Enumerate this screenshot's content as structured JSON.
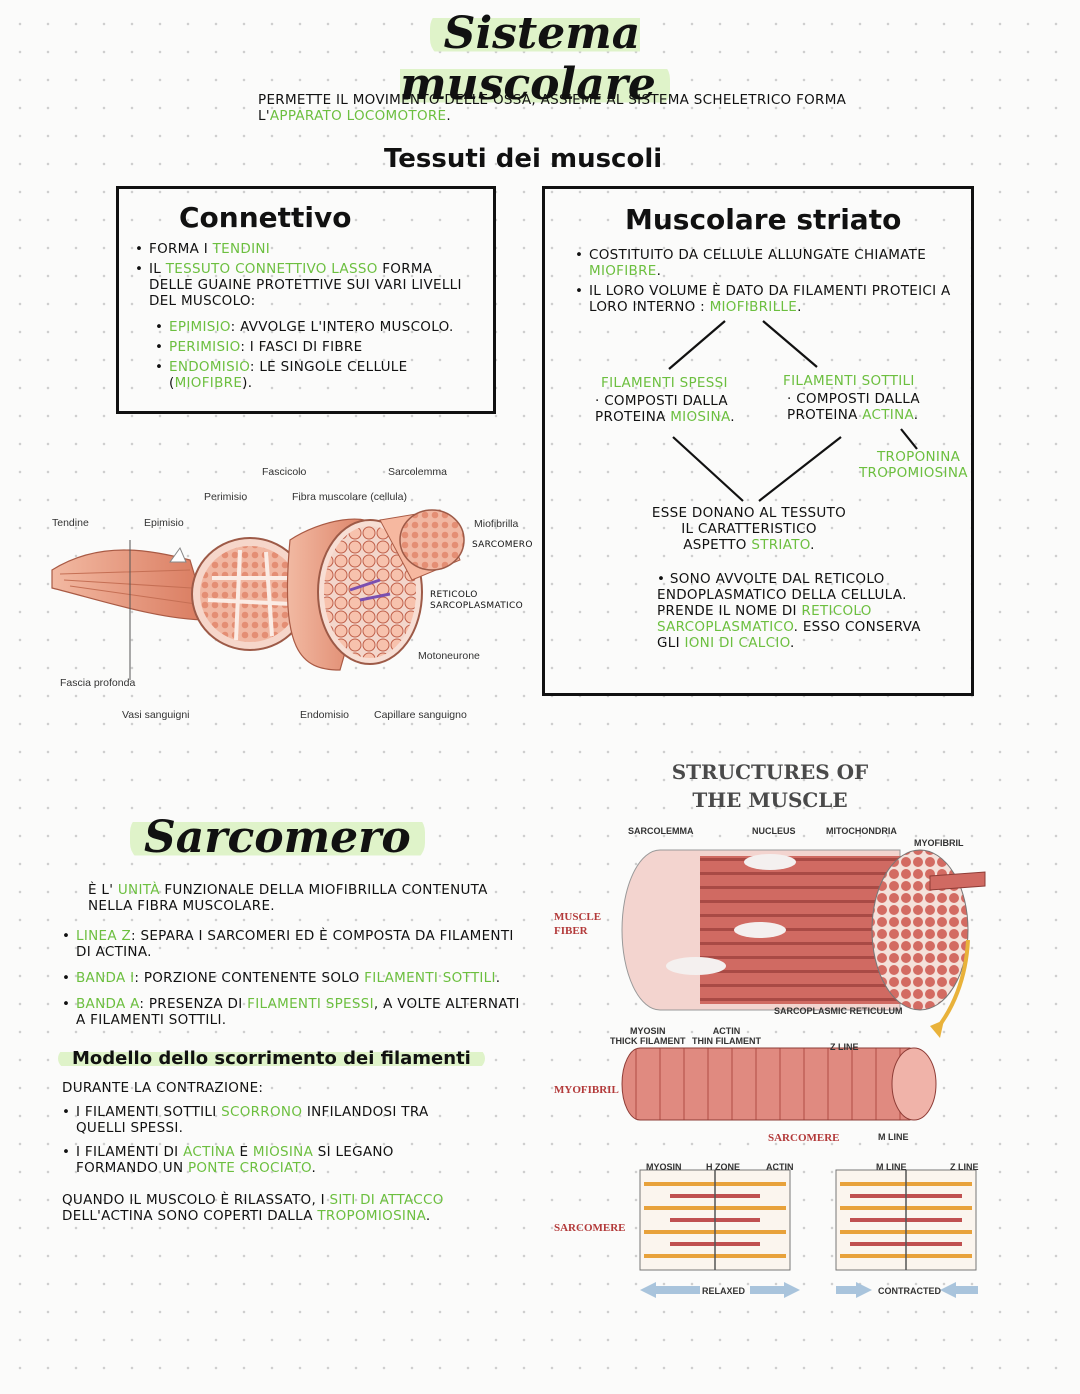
{
  "title": "Sistema muscolare",
  "intro": {
    "pre": "PERMETTE IL MOVIMENTO DELLE OSSA, ASSIEME AL SISTEMA SCHELETRICO FORMA L'",
    "hl": "APPARATO LOCOMOTORE",
    "post": "."
  },
  "tessuti_heading": "Tessuti dei muscoli",
  "connettivo": {
    "title": "Connettivo",
    "b1_pre": "FORMA I ",
    "b1_hl": "TENDINI",
    "b2_pre": "IL ",
    "b2_hl": "TESSUTO CONNETTIVO LASSO",
    "b2_post": " FORMA DELLE GUAINE PROTETTIVE SUI VARI LIVELLI DEL MUSCOLO:",
    "d1_hl": "EPIMISIO",
    "d1_post": ": AVVOLGE L'INTERO MUSCOLO.",
    "d2_hl": "PERIMISIO",
    "d2_post": ": I FASCI DI FIBRE",
    "d3_hl": "ENDOMISIO",
    "d3_mid": ": LE SINGOLE CELLULE (",
    "d3_hl2": "MIOFIBRE",
    "d3_post": ")."
  },
  "striato": {
    "title": "Muscolare striato",
    "b1_pre": "COSTITUITO DA CELLULE ALLUNGATE CHIAMATE ",
    "b1_hl": "MIOFIBRE",
    "b1_post": ".",
    "b2_pre": "IL LORO VOLUME È DATO DA FILAMENTI PROTEICI A LORO INTERNO : ",
    "b2_hl": "MIOFIBRILLE",
    "b2_post": ".",
    "spessi_title": "FILAMENTI SPESSI",
    "spessi_pre": "COMPOSTI DALLA PROTEINA ",
    "spessi_hl": "MIOSINA",
    "spessi_post": ".",
    "sottili_title": "FILAMENTI SOTTILI",
    "sottili_pre": "COMPOSTI DALLA PROTEINA ",
    "sottili_hl": "ACTINA",
    "sottili_post": ".",
    "tropo1": "TROPONINA",
    "tropo2": "TROPOMIOSINA",
    "esse_pre": "ESSE DONANO AL TESSUTO IL CARATTERISTICO ASPETTO ",
    "esse_hl": "STRIATO",
    "esse_post": ".",
    "sono_pre": "SONO AVVOLTE DAL RETICOLO ENDOPLASMATICO DELLA CELLULA. PRENDE IL NOME DI ",
    "sono_hl": "RETICOLO SARCOPLASMATICO",
    "sono_mid": ". ESSO CONSERVA GLI ",
    "sono_hl2": "IONI DI CALCIO",
    "sono_post": "."
  },
  "anatomy_labels": {
    "fascicolo": "Fascicolo",
    "sarcolemma": "Sarcolemma",
    "perimisio": "Perimisio",
    "fibra": "Fibra muscolare (cellula)",
    "tendine": "Tendine",
    "epimisio": "Epimisio",
    "miofibrilla": "Miofibrilla",
    "sarcomero_hand": "SARCOMERO",
    "reticolo_hand": "RETICOLO SARCOPLASMATICO",
    "motoneurone": "Motoneurone",
    "fascia": "Fascia profonda",
    "vasi": "Vasi sanguigni",
    "endomisio": "Endomisio",
    "capillare": "Capillare sanguigno"
  },
  "sarcomero": {
    "title": "Sarcomero",
    "intro_pre": "È L' ",
    "intro_hl": "UNITÀ",
    "intro_post": " FUNZIONALE DELLA MIOFIBRILLA CONTENUTA NELLA FIBRA MUSCOLARE.",
    "z_hl": "LINEA Z",
    "z_post": ": SEPARA I SARCOMERI ED È COMPOSTA DA FILAMENTI DI ACTINA.",
    "i_hl": "BANDA I",
    "i_mid": ": PORZIONE CONTENENTE SOLO ",
    "i_hl2": "FILAMENTI SOTTILI",
    "i_post": ".",
    "a_hl": "BANDA A",
    "a_mid": ": PRESENZA DI ",
    "a_hl2": "FILAMENTI SPESSI",
    "a_post": ", A VOLTE ALTERNATI A FILAMENTI SOTTILI.",
    "modello_title": "Modello dello scorrimento dei filamenti",
    "durante": "DURANTE LA CONTRAZIONE:",
    "m1_pre": "I FILAMENTI SOTTILI ",
    "m1_hl": "SCORRONO",
    "m1_post": " INFILANDOSI TRA QUELLI SPESSI.",
    "m2_pre": "I FILAMENTI DI ",
    "m2_hl": "ACTINA",
    "m2_mid": " E ",
    "m2_hl2": "MIOSINA",
    "m2_mid2": " SI LEGANO FORMANDO UN ",
    "m2_hl3": "PONTE CROCIATO",
    "m2_post": ".",
    "q_pre": "QUANDO IL MUSCOLO È RILASSATO, I ",
    "q_hl": "SITI DI ATTACCO",
    "q_mid": " DELL'ACTINA SONO COPERTI DALLA ",
    "q_hl2": "TROPOMIOSINA",
    "q_post": "."
  },
  "structures": {
    "title1": "STRUCTURES OF",
    "title2": "THE MUSCLE",
    "sarcolemma": "SARCOLEMMA",
    "nucleus": "NUCLEUS",
    "mitochondria": "MITOCHONDRIA",
    "myofibril_top": "MYOFIBRIL",
    "muscle": "MUSCLE",
    "fiber": "FIBER",
    "sr": "SARCOPLASMIC RETICULUM",
    "myosin_thick1": "MYOSIN",
    "myosin_thick2": "THICK FILAMENT",
    "actin_thin1": "ACTIN",
    "actin_thin2": "THIN FILAMENT",
    "zline": "Z LINE",
    "myofibril_side": "MYOFIBRIL",
    "sarcomere_lbl": "SARCOMERE",
    "mline": "M LINE",
    "myosin": "MYOSIN",
    "hzone": "H ZONE",
    "actin": "ACTIN",
    "mline2": "M LINE",
    "zline2": "Z LINE",
    "sarcomere_side": "SARCOMERE",
    "relaxed": "RELAXED",
    "contracted": "CONTRACTED"
  }
}
